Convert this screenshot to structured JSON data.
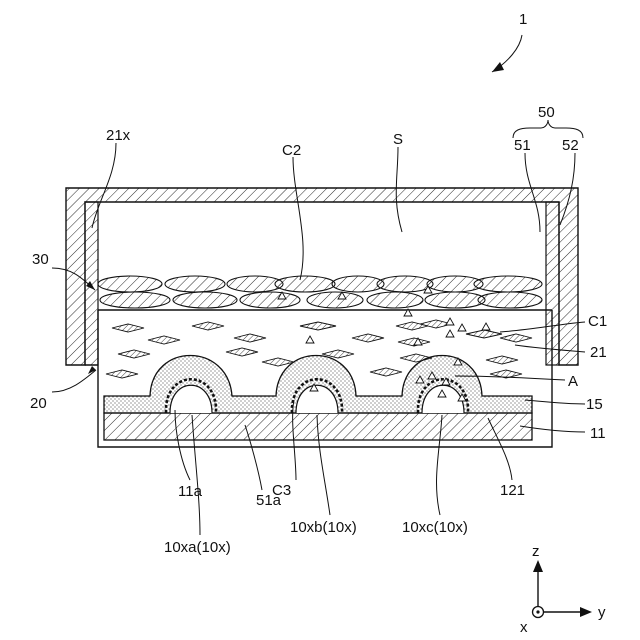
{
  "figure": {
    "ref_device": "1",
    "labels": {
      "l50": "50",
      "l51": "51",
      "l52": "52",
      "l21x": "21x",
      "lC2": "C2",
      "lS": "S",
      "l30": "30",
      "lC1": "C1",
      "l21": "21",
      "l20": "20",
      "lA": "A",
      "l15": "15",
      "l11": "11",
      "l11a": "11a",
      "l51a": "51a",
      "lC3": "C3",
      "l121": "121",
      "l10xa": "10xa(10x)",
      "l10xb": "10xb(10x)",
      "l10xc": "10xc(10x)"
    },
    "axes": {
      "z": "z",
      "y": "y",
      "x": "x"
    }
  },
  "colors": {
    "line": "#111111",
    "background": "#ffffff"
  }
}
